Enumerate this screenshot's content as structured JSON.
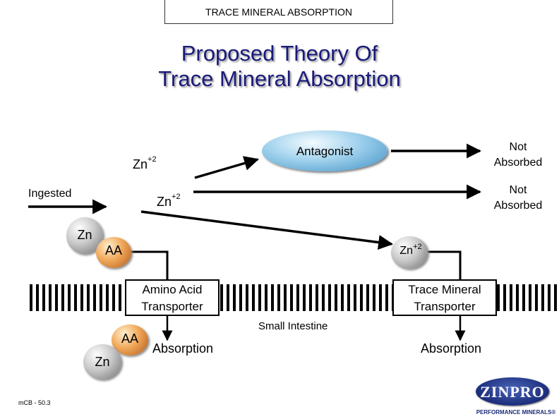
{
  "header": {
    "title": "TRACE MINERAL ABSORPTION"
  },
  "title": {
    "line1": "Proposed Theory Of",
    "line2": "Trace Mineral Absorption"
  },
  "labels": {
    "zn_top": "Zn",
    "zn_top_charge": "+2",
    "antagonist": "Antagonist",
    "not_absorbed_1": "Not\nAbsorbed",
    "not_absorbed_2": "Not\nAbsorbed",
    "ingested": "Ingested",
    "zn_mid": "Zn",
    "zn_mid_charge": "+2",
    "zn_ingested": "Zn",
    "aa_ingested": "AA",
    "zn_right": "Zn",
    "zn_right_charge": "+2",
    "amino_acid_transporter": "Amino Acid\nTransporter",
    "trace_mineral_transporter": "Trace Mineral\nTransporter",
    "small_intestine": "Small Intestine",
    "aa_bottom": "AA",
    "zn_bottom": "Zn",
    "absorption_left": "Absorption",
    "absorption_right": "Absorption",
    "slide_code": "mCB - 50.3"
  },
  "logo": {
    "name": "ZINPRO",
    "tagline": "PERFORMANCE MINERALS®"
  }
}
